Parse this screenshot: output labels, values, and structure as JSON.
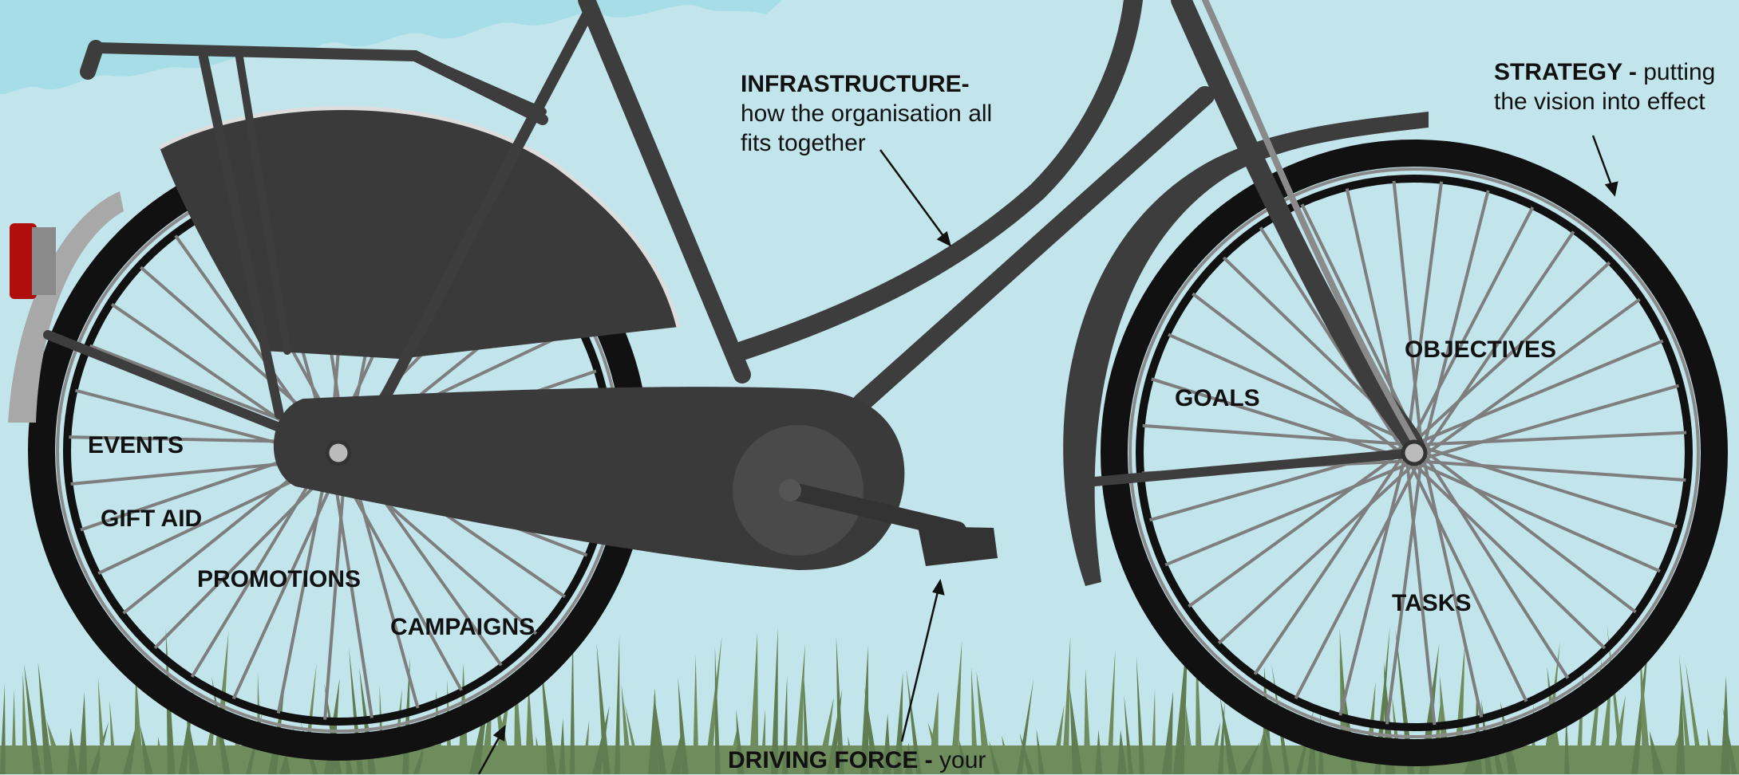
{
  "callouts": {
    "infrastructure": {
      "heading": "INFRASTRUCTURE-",
      "line1": "how the organisation all",
      "line2": "fits together"
    },
    "strategy": {
      "heading": "STRATEGY - ",
      "heading_tail": "putting",
      "line2": "the vision into effect"
    },
    "driving_force": {
      "heading": "DRIVING FORCE - ",
      "tail": "your"
    }
  },
  "rear_wheel_labels": [
    "EVENTS",
    "GIFT AID",
    "PROMOTIONS",
    "CAMPAIGNS"
  ],
  "front_wheel_labels": [
    "GOALS",
    "OBJECTIVES",
    "TASKS"
  ],
  "colors": {
    "sky": "#c2e5ec",
    "cloud": "#a6dde7",
    "grass": "#6f8c5d",
    "grass_dark": "#5f7d50",
    "frame": "#3d3d3d",
    "tyre": "#111111",
    "spoke": "#7e7e7e",
    "reflector": "#b00d0d"
  }
}
